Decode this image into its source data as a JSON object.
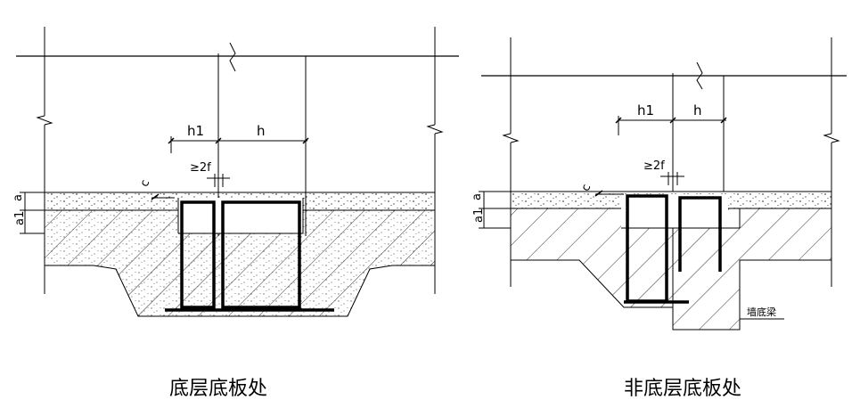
{
  "left_detail": {
    "caption": "底层底板处",
    "labels": {
      "h1": "h1",
      "h": "h",
      "gap": "≥2f",
      "cover": "c",
      "a1": "a1",
      "a": "a"
    }
  },
  "right_detail": {
    "caption": "非底层底板处",
    "labels": {
      "h1": "h1",
      "h": "h",
      "gap": "≥2f",
      "cover": "c",
      "a1": "a1",
      "a": "a",
      "beam": "墙底梁"
    }
  },
  "colors": {
    "line": "#000000",
    "background": "#ffffff"
  }
}
